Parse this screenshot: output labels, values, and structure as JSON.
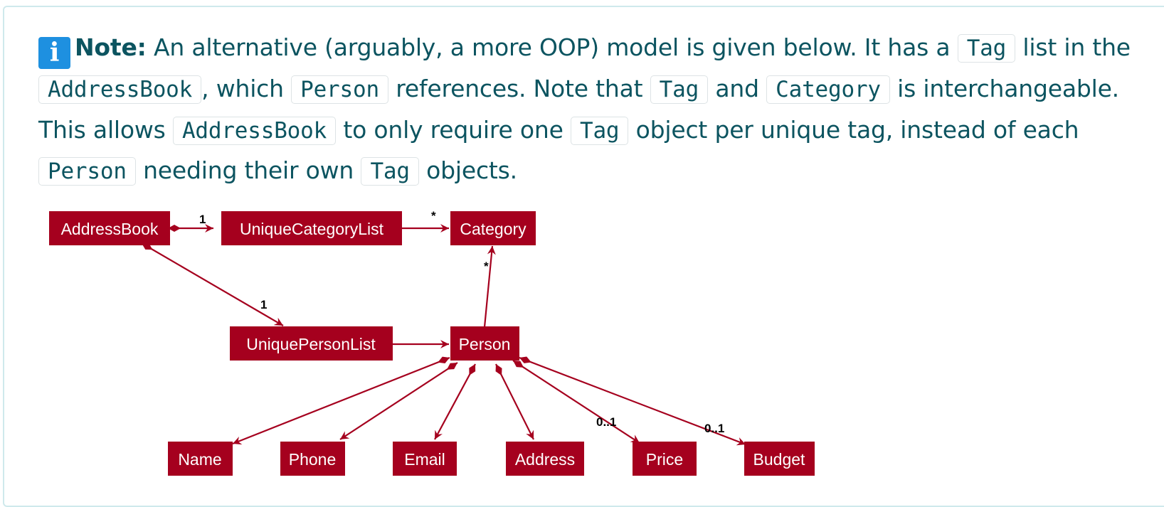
{
  "note": {
    "icon": "info-icon",
    "label": "Note:",
    "segments": [
      {
        "kind": "text",
        "value": " An alternative (arguably, a more OOP) model is given below. It has a "
      },
      {
        "kind": "code",
        "value": "Tag"
      },
      {
        "kind": "text",
        "value": " list in the "
      },
      {
        "kind": "code",
        "value": "AddressBook"
      },
      {
        "kind": "text",
        "value": ", which "
      },
      {
        "kind": "code",
        "value": "Person"
      },
      {
        "kind": "text",
        "value": " references. Note that "
      },
      {
        "kind": "code",
        "value": "Tag"
      },
      {
        "kind": "text",
        "value": " and "
      },
      {
        "kind": "code",
        "value": "Category"
      },
      {
        "kind": "text",
        "value": " is interchangeable. This allows "
      },
      {
        "kind": "code",
        "value": "AddressBook"
      },
      {
        "kind": "text",
        "value": " to only require one "
      },
      {
        "kind": "code",
        "value": "Tag"
      },
      {
        "kind": "text",
        "value": " object per unique tag, instead of each "
      },
      {
        "kind": "code",
        "value": "Person"
      },
      {
        "kind": "text",
        "value": " needing their own "
      },
      {
        "kind": "code",
        "value": "Tag"
      },
      {
        "kind": "text",
        "value": " objects."
      }
    ]
  },
  "diagram": {
    "classes": {
      "address_book": "AddressBook",
      "unique_category_list": "UniqueCategoryList",
      "category": "Category",
      "unique_person_list": "UniquePersonList",
      "person": "Person",
      "name": "Name",
      "phone": "Phone",
      "email": "Email",
      "address": "Address",
      "price": "Price",
      "budget": "Budget"
    },
    "multiplicities": {
      "book_to_category_list": "1",
      "category_list_to_category": "*",
      "person_to_category": "*",
      "book_to_person_list": "1",
      "person_to_price": "0..1",
      "person_to_budget": "0..1"
    },
    "colors": {
      "class_fill": "#a5001e",
      "edge": "#a5001e",
      "note_text": "#0c5460",
      "note_border": "#cfe9ec",
      "icon_bg": "#1e90e0"
    }
  }
}
